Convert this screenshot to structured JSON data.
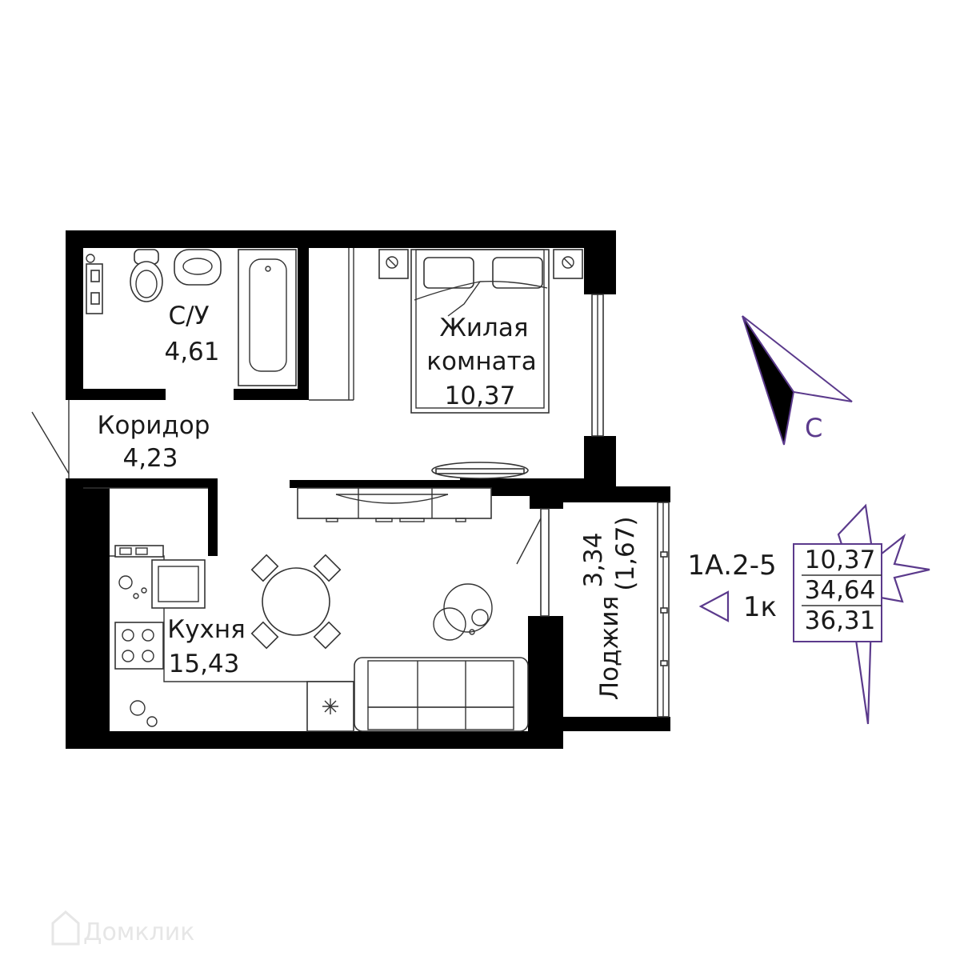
{
  "rooms": {
    "bathroom": {
      "name": "С/У",
      "area": "4,61"
    },
    "living": {
      "name_line1": "Жилая",
      "name_line2": "комната",
      "area": "10,37"
    },
    "corridor": {
      "name": "Коридор",
      "area": "4,23"
    },
    "kitchen": {
      "name": "Кухня",
      "area": "15,43"
    },
    "loggia": {
      "name": "Лоджия",
      "area": "3,34",
      "area_reduced": "(1,67)"
    }
  },
  "compass": {
    "label": "С"
  },
  "unit": {
    "code": "1А.2-5",
    "rooms": "1к",
    "living_area": "10,37",
    "total_area": "34,64",
    "total_with_loggia": "36,31"
  },
  "watermark": {
    "text": "Домклик"
  },
  "colors": {
    "accent": "#5b3a8c",
    "walls": "#000000"
  }
}
